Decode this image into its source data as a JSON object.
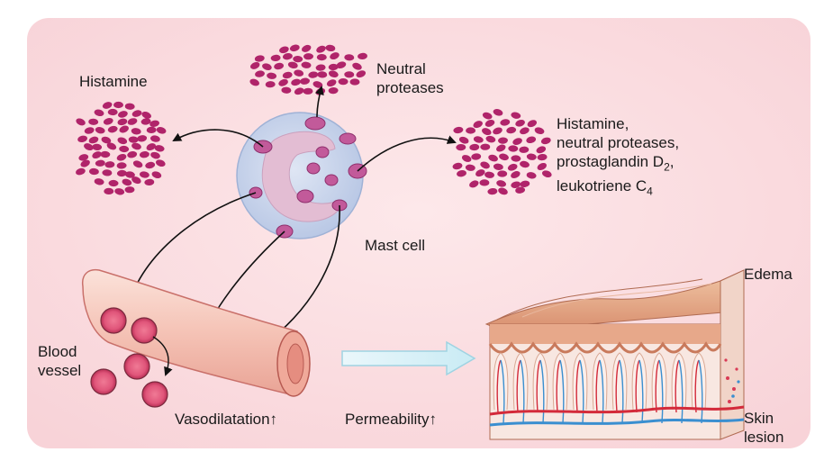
{
  "labels": {
    "histamine": "Histamine",
    "neutral_proteases_line1": "Neutral",
    "neutral_proteases_line2": "proteases",
    "mediators_line1": "Histamine,",
    "mediators_line2": "neutral proteases,",
    "mediators_line3_text": "prostaglandin D",
    "mediators_line3_sub": "2",
    "mediators_line3_suffix": ",",
    "mediators_line4_text": "leukotriene C",
    "mediators_line4_sub": "4",
    "mast_cell": "Mast cell",
    "edema": "Edema",
    "blood_vessel_line1": "Blood",
    "blood_vessel_line2": "vessel",
    "vasodilatation": "Vasodilatation",
    "vasodilatation_arrow": "↑",
    "permeability": "Permeability",
    "permeability_arrow": "↑",
    "skin_lesion_line1": "Skin",
    "skin_lesion_line2": "lesion"
  },
  "colors": {
    "background_panel": "#fbe3e6",
    "granule": "#b0246a",
    "cell_body": "#c9d6ec",
    "nucleus": "#e6c4d8",
    "vessel": "#f6c9bf",
    "blood_cell": "#e0557a",
    "process_arrow": "#d9f1f7",
    "epidermis": "#e9b090",
    "artery": "#d32a3a",
    "vein": "#3a8fd0"
  }
}
